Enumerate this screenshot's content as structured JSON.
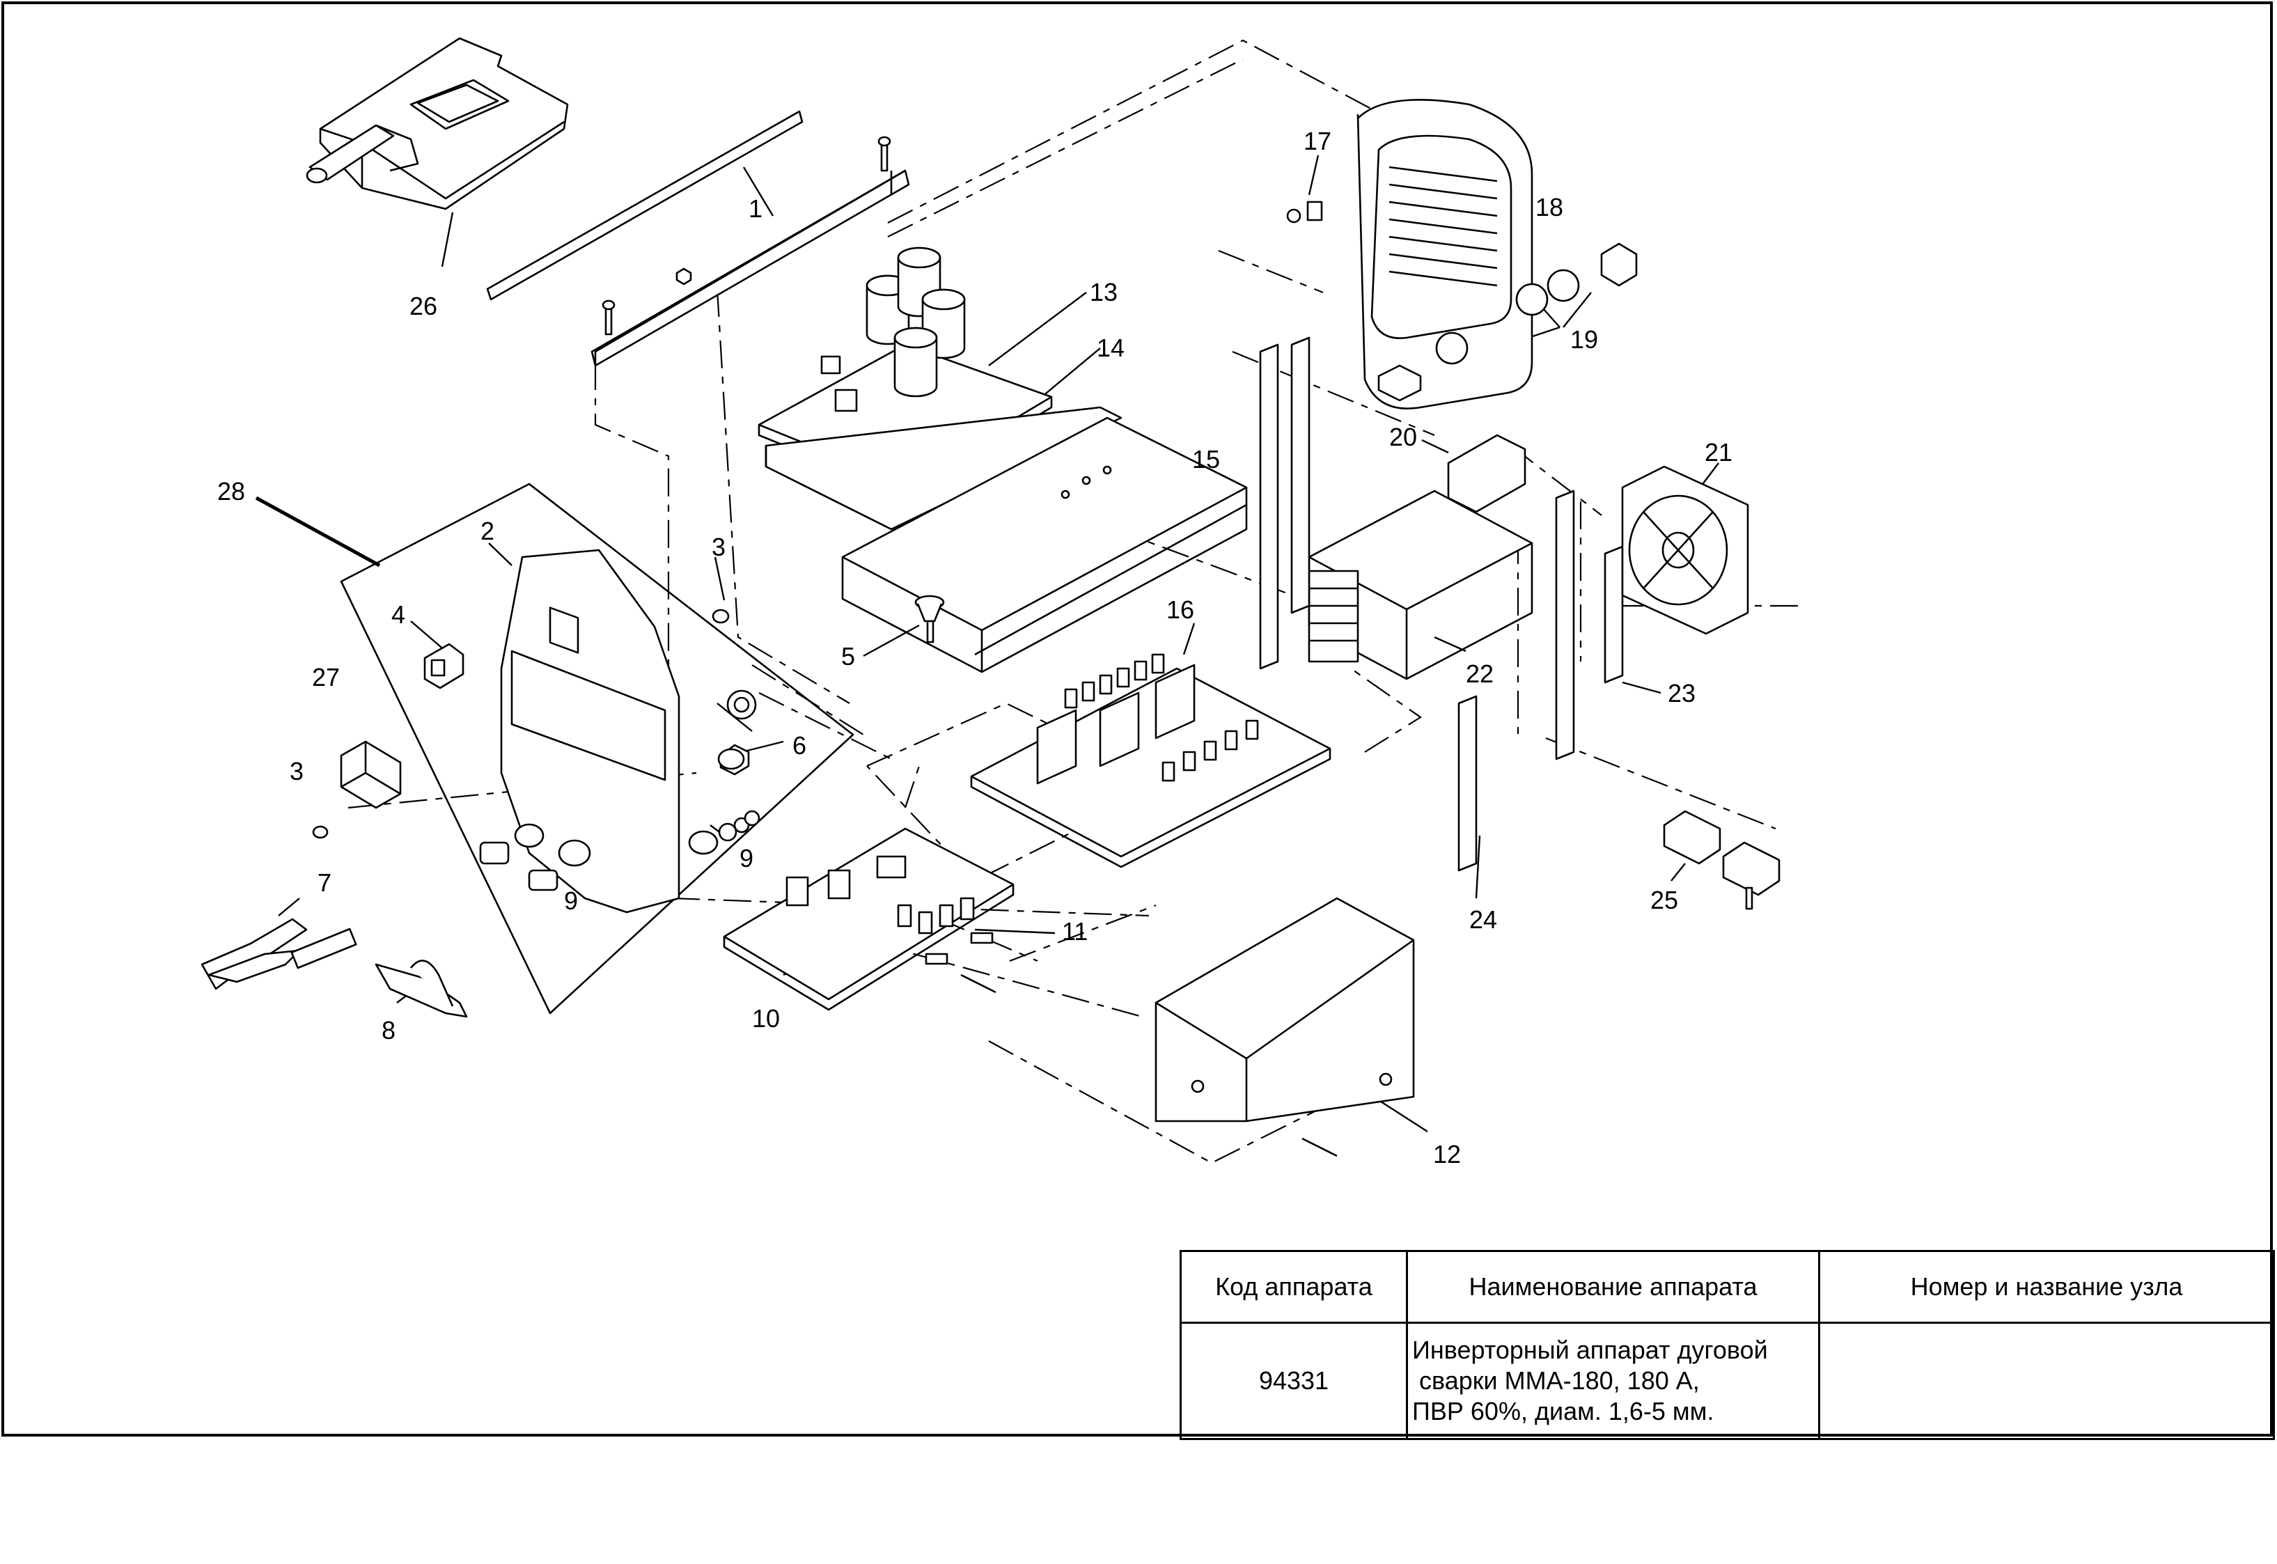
{
  "diagram": {
    "part_labels": [
      "1",
      "2",
      "3",
      "3",
      "4",
      "5",
      "6",
      "7",
      "8",
      "9",
      "9",
      "9",
      "10",
      "11",
      "12",
      "13",
      "14",
      "15",
      "16",
      "17",
      "18",
      "19",
      "20",
      "21",
      "22",
      "23",
      "24",
      "25",
      "26",
      "27",
      "28"
    ]
  },
  "title_block": {
    "headers": [
      "Код аппарата",
      "Наименование аппарата",
      "Номер и название узла"
    ],
    "device_code": "94331",
    "device_name_lines": [
      "Инверторный аппарат дуговой",
      " сварки ММА-180, 180 А,",
      "ПВР 60%, диам. 1,6-5 мм."
    ],
    "assembly": ""
  }
}
